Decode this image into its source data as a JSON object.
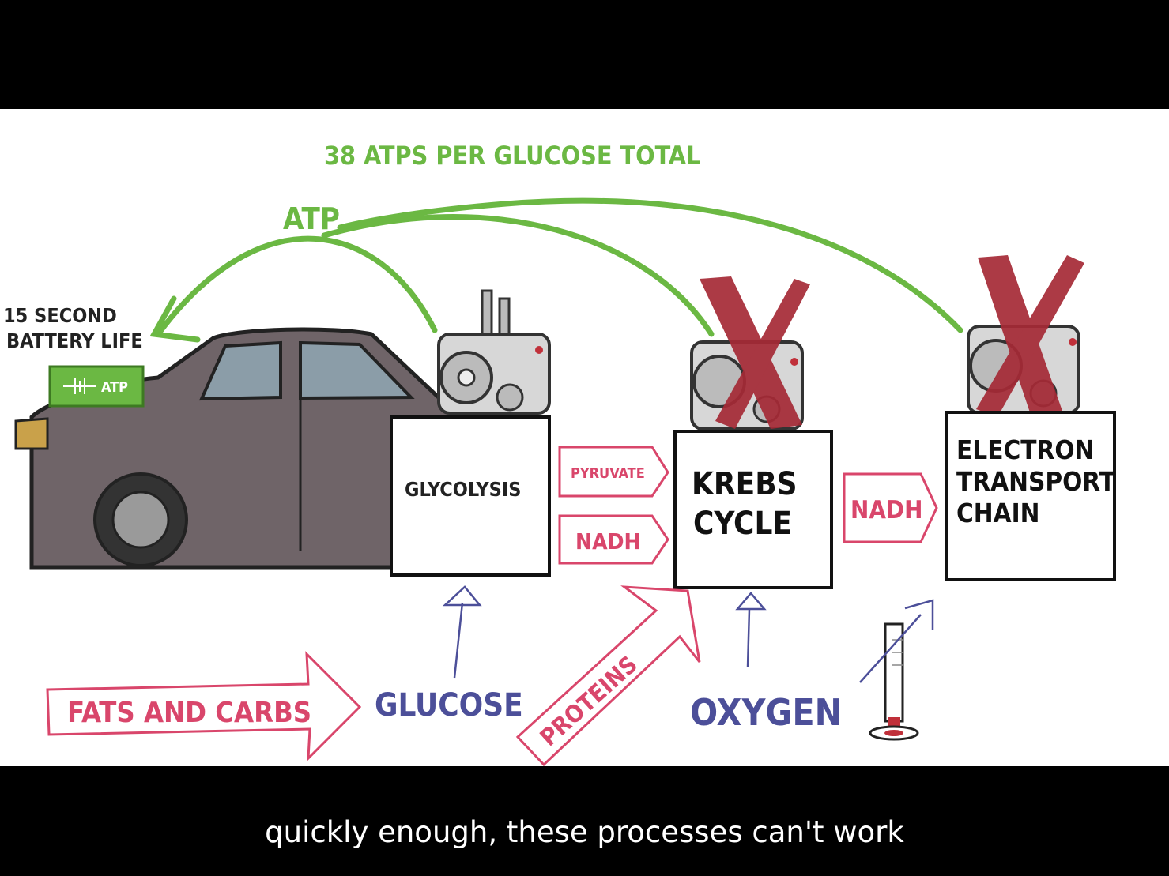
{
  "diagram": {
    "headline": "38 ATPS PER GLUCOSE TOTAL",
    "atp_arc_label": "ATP",
    "battery_label_line1": "15 SECOND",
    "battery_label_line2": "BATTERY LIFE",
    "battery_text": "ATP",
    "boxes": {
      "glycolysis": "GLYCOLYSIS",
      "krebs_line1": "KREBS",
      "krebs_line2": "CYCLE",
      "etc_line1": "ELECTRON",
      "etc_line2": "TRANSPORT",
      "etc_line3": "CHAIN"
    },
    "arrows": {
      "pyruvate": "PYRUVATE",
      "nadh_1": "NADH",
      "nadh_2": "NADH",
      "fats_and_carbs": "FATS AND CARBS",
      "proteins": "PROTEINS"
    },
    "inputs": {
      "glucose": "GLUCOSE",
      "oxygen": "OXYGEN"
    },
    "colors": {
      "green": "#6bb843",
      "pink": "#d9466b",
      "blue": "#4c4f99",
      "red_x": "#a52a36",
      "car": "#6f6468"
    }
  },
  "subtitle": "quickly enough, these processes can't work"
}
